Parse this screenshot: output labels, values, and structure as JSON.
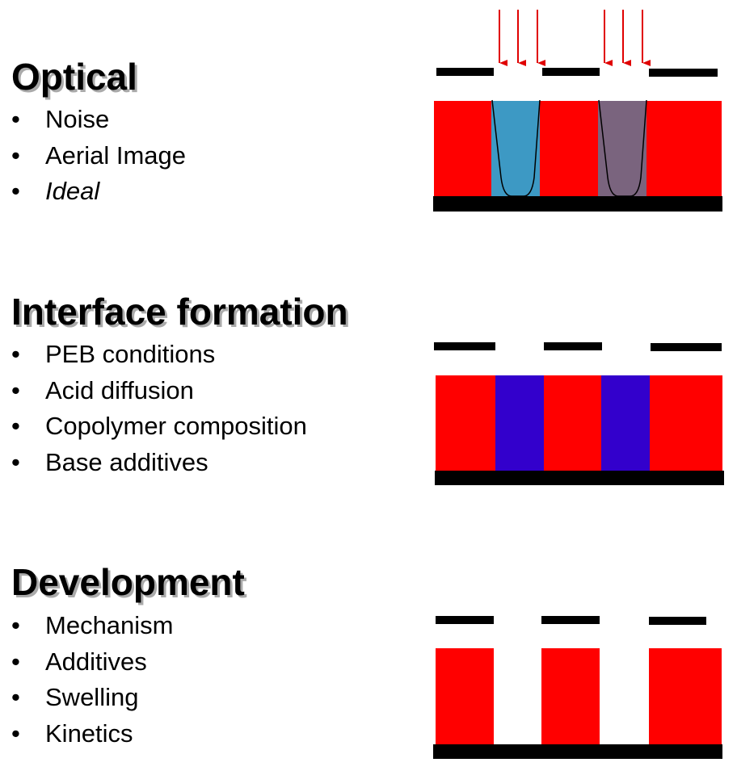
{
  "sections": [
    {
      "title": "Optical",
      "items": [
        "Noise",
        "Aerial Image",
        "Ideal"
      ]
    },
    {
      "title": "Interface formation",
      "items": [
        "PEB conditions",
        "Acid diffusion",
        "Copolymer composition",
        "Base additives"
      ]
    },
    {
      "title": "Development",
      "items": [
        "Mechanism",
        "Additives",
        "Swelling",
        "Kinetics"
      ]
    }
  ],
  "colors": {
    "resist": "#ff0000",
    "exposed_left": "#3d99c4",
    "exposed_right": "#7a647e",
    "acid_region": "#3300cc",
    "mask": "#000000",
    "arrow": "#e00000"
  }
}
